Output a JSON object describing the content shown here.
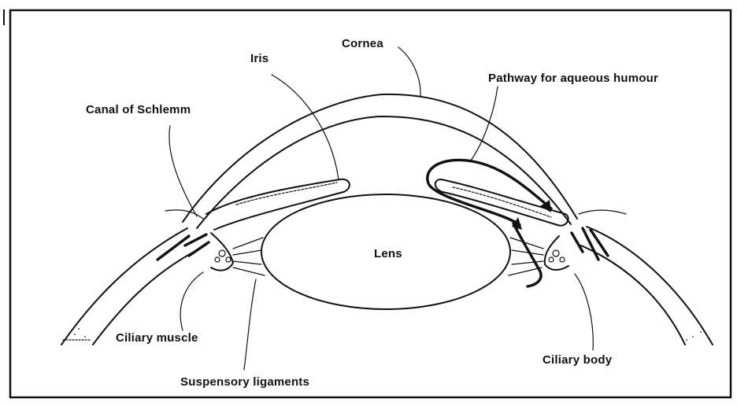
{
  "labels": {
    "iris": "Iris",
    "cornea": "Cornea",
    "pathway": "Pathway for aqueous humour",
    "canal": "Canal of Schlemm",
    "lens": "Lens",
    "ciliary_muscle": "Ciliary muscle",
    "ciliary_body": "Ciliary body",
    "suspensory": "Suspensory ligaments"
  }
}
